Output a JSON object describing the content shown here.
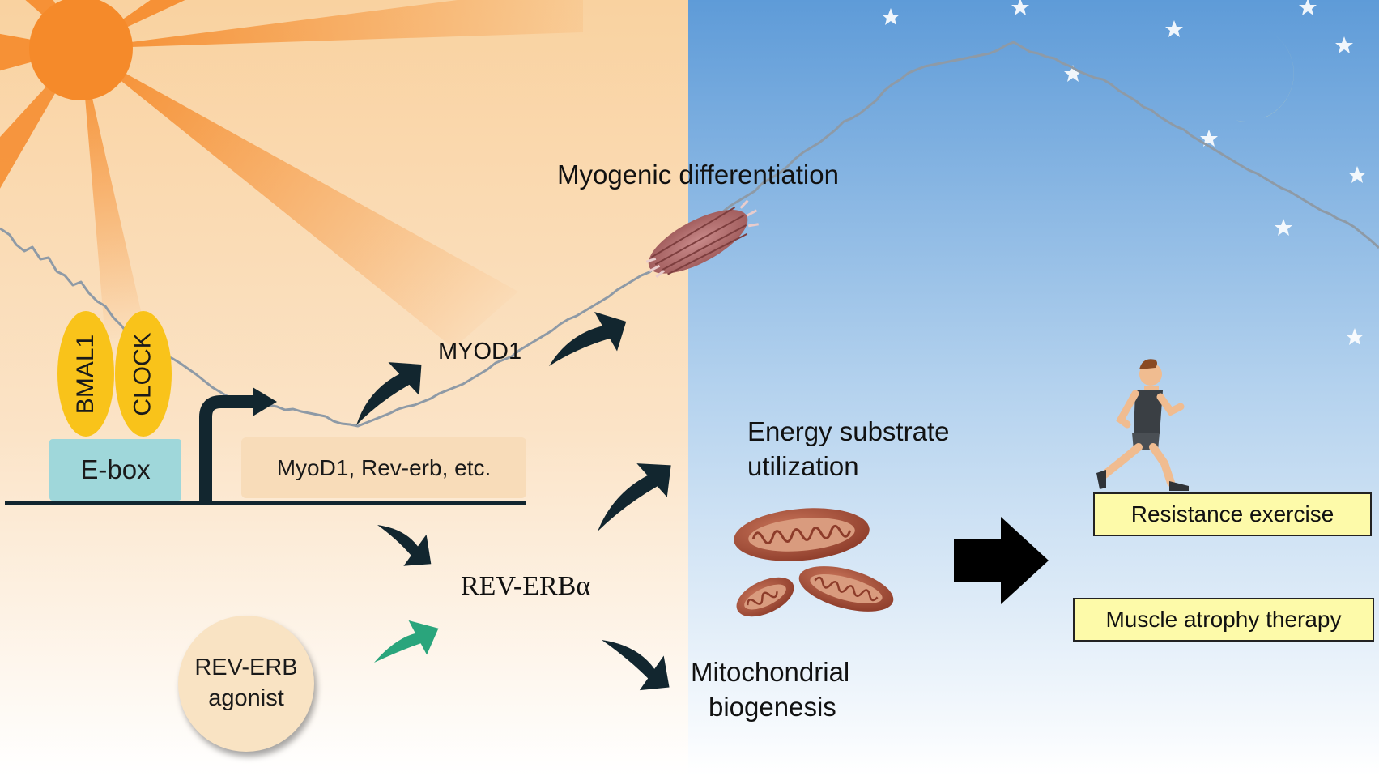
{
  "labels": {
    "myogenic": "Myogenic differentiation",
    "myod1": "MYOD1",
    "energy_line1": "Energy substrate",
    "energy_line2": "utilization",
    "rev_erb_alpha": "REV-ERBα",
    "mito_line1": "Mitochondrial",
    "mito_line2": "biogenesis"
  },
  "promoter": {
    "bmal1": "BMAL1",
    "clock": "CLOCK",
    "ebox": "E-box",
    "genes": "MyoD1, Rev-erb, etc."
  },
  "agonist": {
    "line1": "REV-ERB",
    "line2": "agonist"
  },
  "outcomes": {
    "resistance": "Resistance exercise",
    "atrophy": "Muscle atrophy therapy"
  },
  "icons": [
    "sun-icon",
    "moon-icon",
    "star-icon",
    "muscle-fiber-icon",
    "mitochondria-icon",
    "runner-icon",
    "arrow-icon",
    "transcription-start-arrow-icon"
  ],
  "colors": {
    "day": "#f9d2a0",
    "night": "#5e9bd8",
    "sun": "#f58a2a",
    "moon": "#f9ee9c",
    "arrow": "#12262f",
    "agonist_arrow": "#2aa57c",
    "ebox": "#9fd7da",
    "gene_box": "#f8dcb9",
    "clock_proteins": "#f9c31a",
    "outcome_box": "#fdfaa9"
  }
}
